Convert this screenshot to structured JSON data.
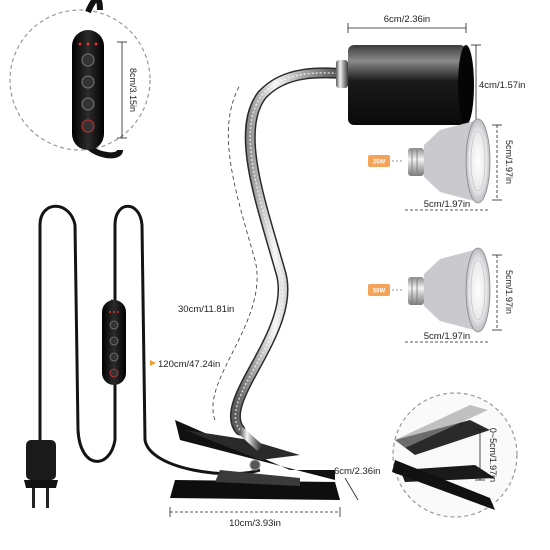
{
  "product": {
    "lamp_head": {
      "width_label": "6cm/2.36in",
      "height_label": "4cm/1.57in"
    },
    "bulbs": [
      {
        "watt_label": "25W",
        "width_label": "5cm/1.97in",
        "height_label": "5cm/1.97in",
        "badge_color": "#f4a35a"
      },
      {
        "watt_label": "50W",
        "width_label": "5cm/1.97in",
        "height_label": "5cm/1.97in",
        "badge_color": "#f4a35a"
      }
    ],
    "gooseneck_length_label": "30cm/11.81in",
    "cable_length_label": "120cm/47.24in",
    "clip": {
      "width_label": "10cm/3.93in",
      "height_label": "6cm/2.36in"
    },
    "controller_length_label": "8cm/3.15in",
    "clip_opening_label": "0~5cm/1.97in",
    "cable_arrow_color": "#f29a3a"
  }
}
